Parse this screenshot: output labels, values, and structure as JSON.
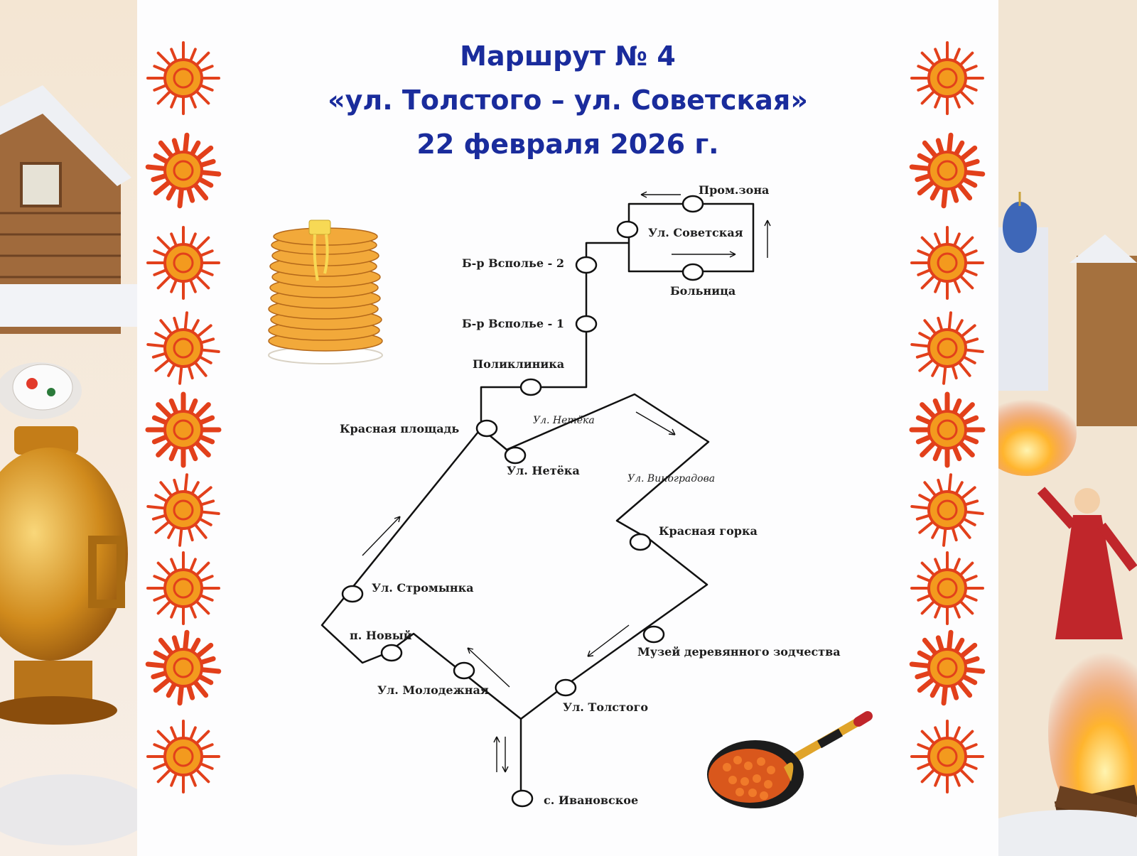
{
  "title": {
    "line1": "Маршрут № 4",
    "line2": "«ул. Толстого – ул. Советская»",
    "line3": "22 февраля 2026 г."
  },
  "stops": {
    "promzona": "Пром.зона",
    "sovetskaya": "Ул. Советская",
    "bolnitsa": "Больница",
    "vspolye2": "Б-р Всполье - 2",
    "vspolye1": "Б-р Всполье - 1",
    "poliklinika": "Поликлиника",
    "krasnaya_ploshchad": "Красная площадь",
    "netyoka": "Ул. Нетёка",
    "krasnaya_gorka": "Красная горка",
    "muzey": "Музей деревянного зодчества",
    "tolstogo": "Ул. Толстого",
    "molodezhnaya": "Ул. Молодежная",
    "novyi": "п. Новый",
    "stromynka": "Ул. Стромынка",
    "ivanovskoe": "с. Ивановское"
  },
  "streets": {
    "netyoka": "Ул. Нетёка",
    "vinogradova": "Ул. Виноградова"
  },
  "colors": {
    "title": "#1a2c9c",
    "sun_outer": "#e2401b",
    "sun_inner": "#f39a1e",
    "panel": "#fdfdfe"
  }
}
